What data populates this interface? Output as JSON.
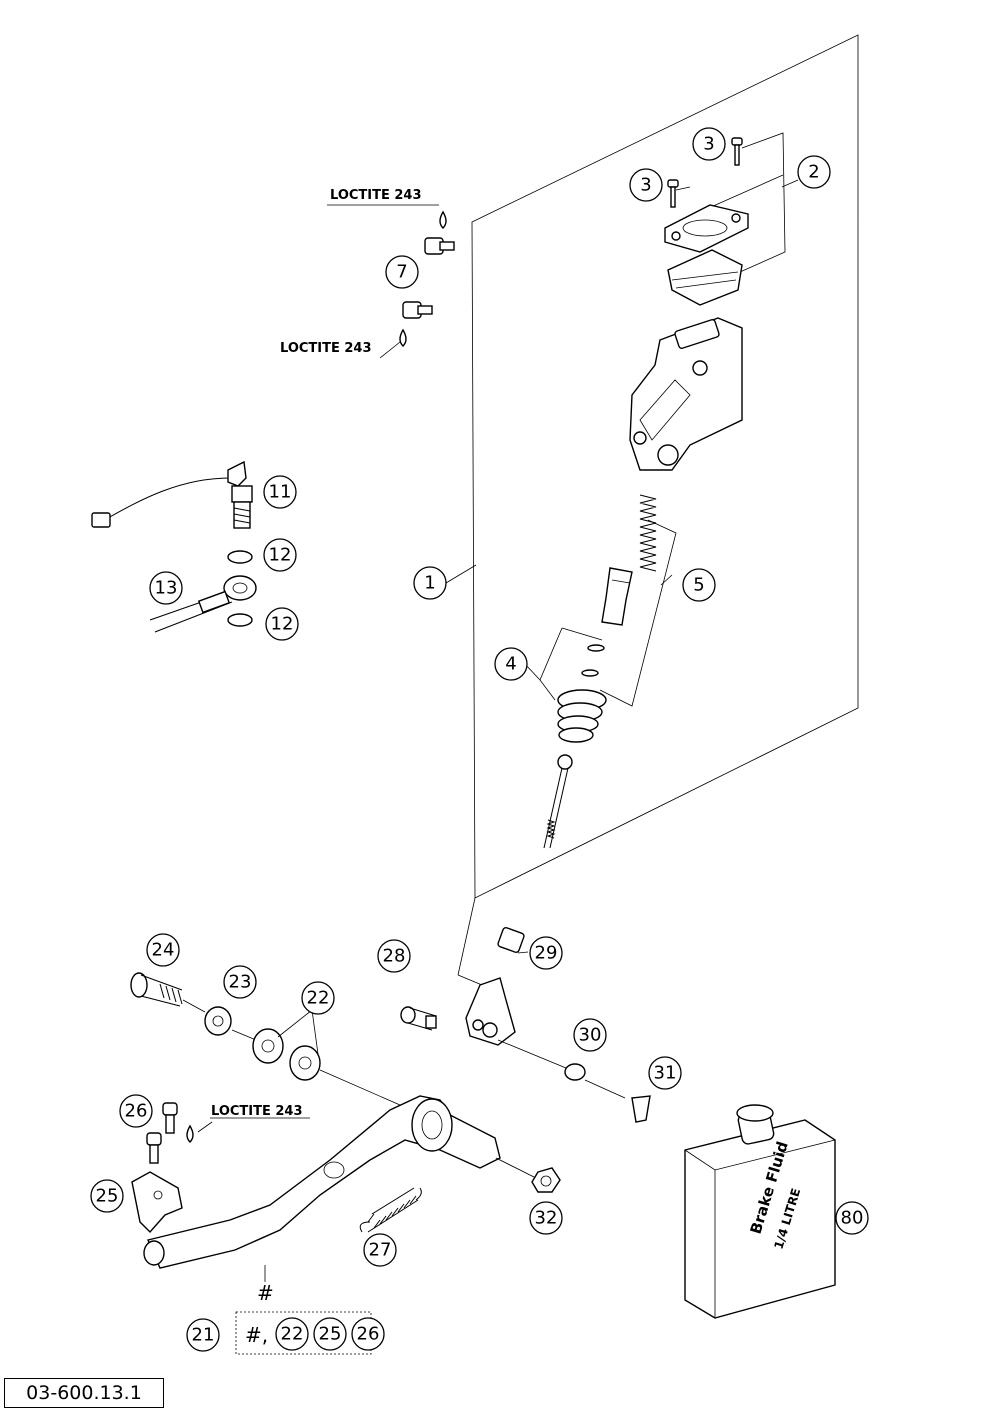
{
  "callouts": [
    {
      "id": "c1",
      "label": "1"
    },
    {
      "id": "c2",
      "label": "2"
    },
    {
      "id": "c3a",
      "label": "3"
    },
    {
      "id": "c3b",
      "label": "3"
    },
    {
      "id": "c4",
      "label": "4"
    },
    {
      "id": "c5",
      "label": "5"
    },
    {
      "id": "c7",
      "label": "7"
    },
    {
      "id": "c11",
      "label": "11"
    },
    {
      "id": "c12a",
      "label": "12"
    },
    {
      "id": "c12b",
      "label": "12"
    },
    {
      "id": "c13",
      "label": "13"
    },
    {
      "id": "c21",
      "label": "21"
    },
    {
      "id": "c22",
      "label": "22"
    },
    {
      "id": "c22b",
      "label": "22"
    },
    {
      "id": "c23",
      "label": "23"
    },
    {
      "id": "c24",
      "label": "24"
    },
    {
      "id": "c25",
      "label": "25"
    },
    {
      "id": "c25b",
      "label": "25"
    },
    {
      "id": "c26",
      "label": "26"
    },
    {
      "id": "c26b",
      "label": "26"
    },
    {
      "id": "c27",
      "label": "27"
    },
    {
      "id": "c28",
      "label": "28"
    },
    {
      "id": "c29",
      "label": "29"
    },
    {
      "id": "c30",
      "label": "30"
    },
    {
      "id": "c31",
      "label": "31"
    },
    {
      "id": "c32",
      "label": "32"
    },
    {
      "id": "c80",
      "label": "80"
    }
  ],
  "notes": {
    "loctite_1": "LOCTITE 243",
    "loctite_2": "LOCTITE 243",
    "loctite_3": "LOCTITE 243",
    "hash_mark": "#",
    "kit_hash": "#,"
  },
  "bottle": {
    "line1": "Brake Fluid",
    "line2": "1/4 LITRE"
  },
  "reference_code": "03-600.13.1"
}
